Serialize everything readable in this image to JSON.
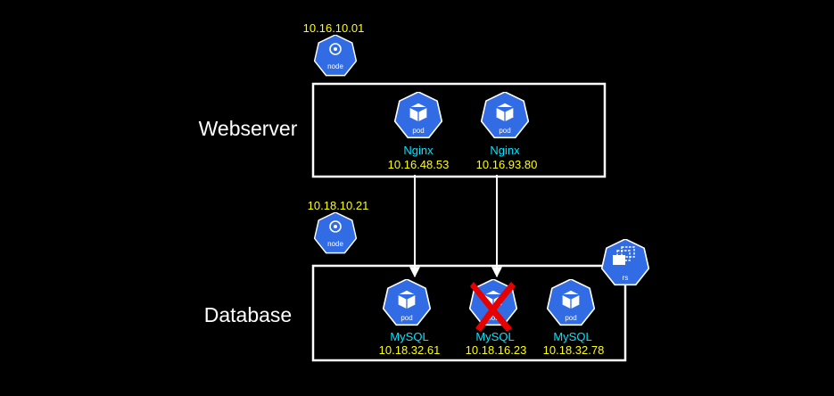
{
  "colors": {
    "background": "#000000",
    "box_border": "#ffffff",
    "icon_fill": "#326ce5",
    "ip_text": "#ffff00",
    "service_text": "#00e5ff",
    "failure_mark": "#e60000"
  },
  "tiers": {
    "web": {
      "label": "Webserver"
    },
    "db": {
      "label": "Database"
    }
  },
  "nodes": {
    "web": {
      "ip": "10.16.10.01",
      "icon_label": "node",
      "icon": "k8s-node-icon"
    },
    "db": {
      "ip": "10.18.10.21",
      "icon_label": "node",
      "icon": "k8s-node-icon"
    }
  },
  "web_pods": [
    {
      "icon_label": "pod",
      "name": "Nginx",
      "ip": "10.16.48.53",
      "icon": "k8s-pod-icon"
    },
    {
      "icon_label": "pod",
      "name": "Nginx",
      "ip": "10.16.93.80",
      "icon": "k8s-pod-icon"
    }
  ],
  "db_pods": [
    {
      "icon_label": "pod",
      "name": "MySQL",
      "ip": "10.18.32.61",
      "icon": "k8s-pod-icon",
      "failed": false
    },
    {
      "icon_label": "pod",
      "name": "MySQL",
      "ip": "10.18.16.23",
      "icon": "k8s-pod-icon",
      "failed": true
    },
    {
      "icon_label": "pod",
      "name": "MySQL",
      "ip": "10.18.32.78",
      "icon": "k8s-pod-icon",
      "failed": false
    }
  ],
  "replicaset": {
    "icon_label": "rs",
    "icon": "k8s-replicaset-icon"
  }
}
